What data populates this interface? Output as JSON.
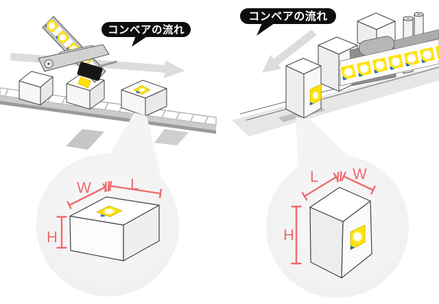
{
  "scenes": {
    "left": {
      "bubble_label": "コンベアの流れ",
      "arrow_icon": "flow-arrow-right-icon",
      "description_visible_elements": "flat boxes on belt, label applied on top",
      "callout": {
        "width_label": "W",
        "length_label": "L",
        "height_label": "H"
      }
    },
    "right": {
      "bubble_label": "コンベアの流れ",
      "arrow_icon": "flow-arrow-down-left-icon",
      "description_visible_elements": "upright boxes on rails, label applied on side",
      "callout": {
        "length_label": "L",
        "width_label": "W",
        "height_label": "H"
      }
    }
  },
  "colors": {
    "dimension_red": "#F0696C",
    "label_yellow": "#FFE105",
    "label_corner_blue": "#1F6EB5",
    "bubble_black": "#0D0D0D",
    "flow_arrow_gray": "#DCDCDC",
    "machine_gray": "#9B9B9B",
    "callout_circle_gray": "#F3F3F3"
  }
}
